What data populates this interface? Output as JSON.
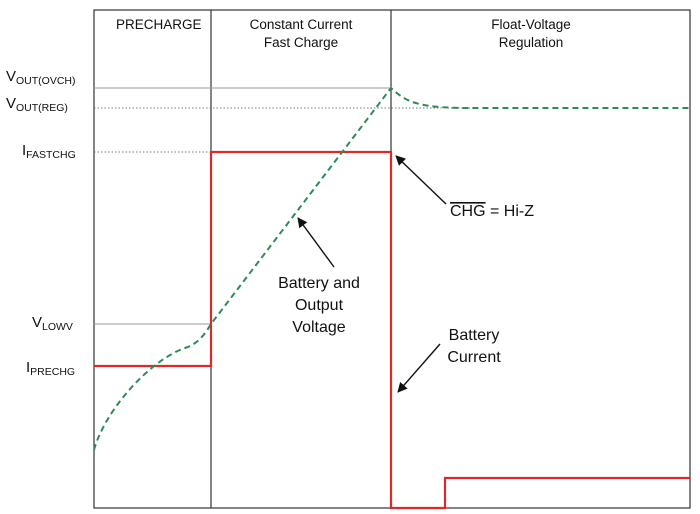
{
  "phases": {
    "precharge": "PRECHARGE",
    "constant_current": [
      "Constant Current",
      "Fast Charge"
    ],
    "float_voltage": [
      "Float-Voltage",
      "Regulation"
    ]
  },
  "levels": {
    "vout_ovch": {
      "main": "V",
      "sub": "OUT(OVCH)"
    },
    "vout_reg": {
      "main": "V",
      "sub": "OUT(REG)"
    },
    "ifastchg": {
      "main": "I",
      "sub": "FASTCHG"
    },
    "vlowv": {
      "main": "V",
      "sub": "LOWV"
    },
    "iprechg": {
      "main": "I",
      "sub": "PRECHG"
    }
  },
  "annotations": {
    "chg_signal": "CHG",
    "chg_value": " = Hi-Z",
    "battery_output_voltage": [
      "Battery and",
      "Output",
      "Voltage"
    ],
    "battery_current": [
      "Battery",
      "Current"
    ]
  },
  "colors": {
    "current_line": "#e0282a",
    "voltage_line": "#2e8b57",
    "frame": "#333333",
    "ref_line": "#9a9a9a"
  }
}
